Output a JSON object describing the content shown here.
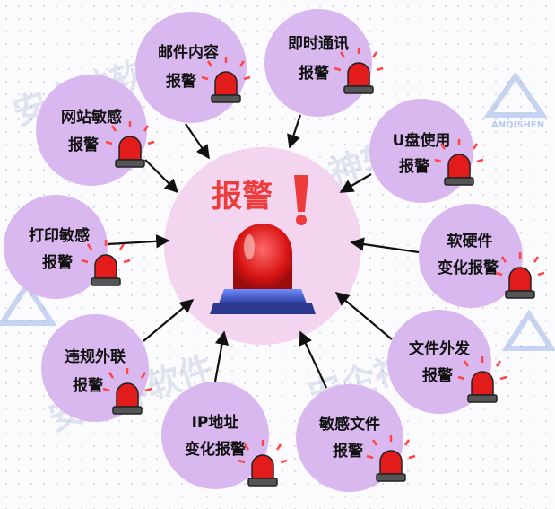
{
  "center": {
    "title": "报警"
  },
  "nodes": [
    {
      "id": "mail",
      "lines": [
        "邮件内容",
        "报警"
      ]
    },
    {
      "id": "im",
      "lines": [
        "即时通讯",
        "报警"
      ]
    },
    {
      "id": "website",
      "lines": [
        "网站敏感",
        "报警"
      ]
    },
    {
      "id": "usb",
      "lines": [
        "U盘使用",
        "报警"
      ]
    },
    {
      "id": "print",
      "lines": [
        "打印敏感",
        "报警"
      ]
    },
    {
      "id": "hardware",
      "lines": [
        "软硬件",
        "变化报警"
      ]
    },
    {
      "id": "outbound",
      "lines": [
        "违规外联",
        "报警"
      ]
    },
    {
      "id": "fileout",
      "lines": [
        "文件外发",
        "报警"
      ]
    },
    {
      "id": "ip",
      "lines": [
        "IP地址",
        "变化报警"
      ]
    },
    {
      "id": "sensitive",
      "lines": [
        "敏感文件",
        "报警"
      ]
    }
  ],
  "watermark": {
    "cn": "安企神软件",
    "en": "ANQISHEN"
  },
  "colors": {
    "bubble": "#d9b8ef",
    "hub": "#f3d5f0",
    "alert_red": "#ee3b3b"
  }
}
